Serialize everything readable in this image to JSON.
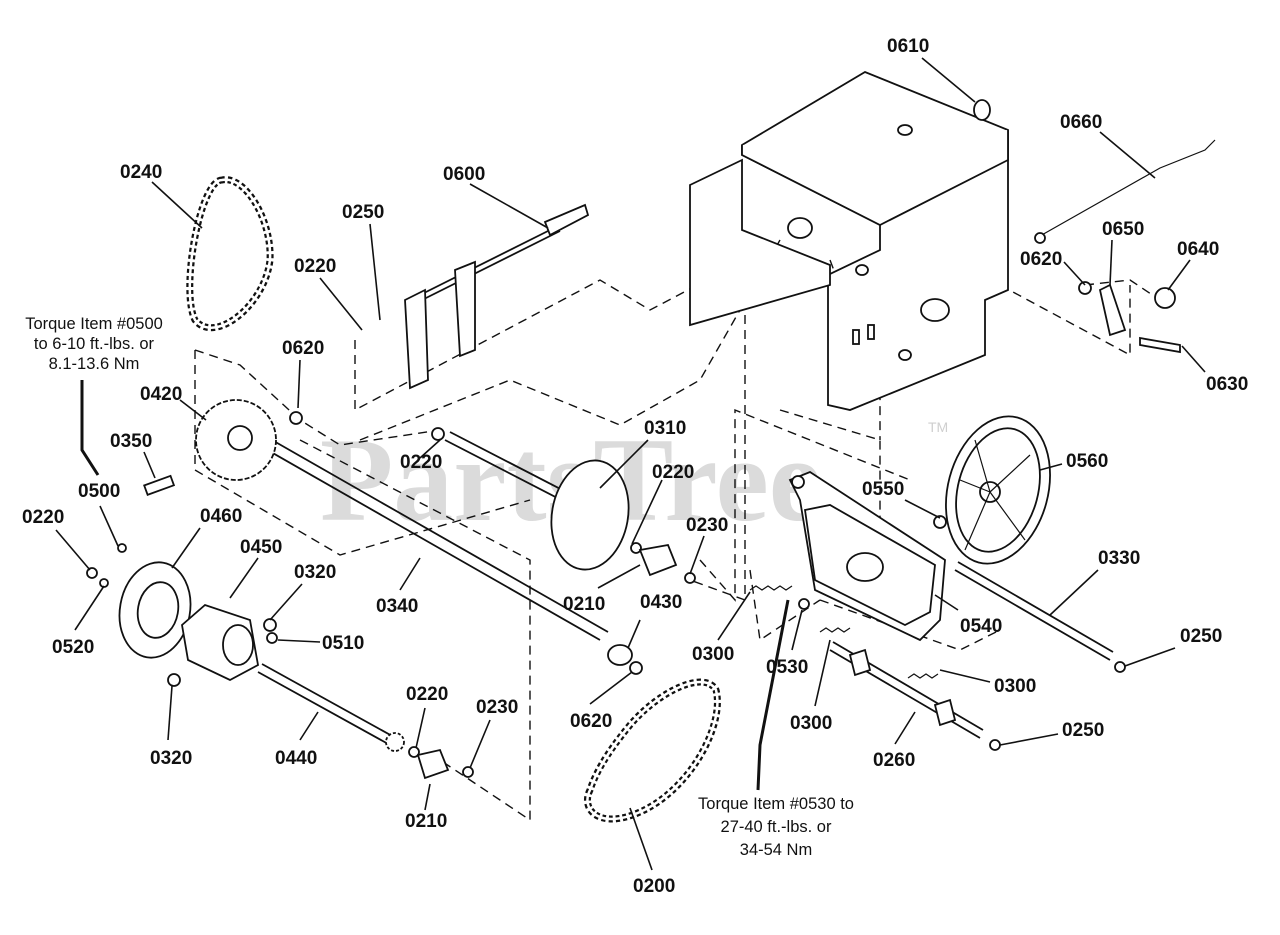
{
  "watermark": {
    "text": "PartsTree",
    "trademark": "TM"
  },
  "notes": {
    "torque_0500": [
      "Torque Item #0500",
      "to 6-10 ft.-lbs. or",
      "8.1-13.6 Nm"
    ],
    "torque_0530": [
      "Torque Item #0530 to",
      "27-40 ft.-lbs. or",
      "34-54 Nm"
    ]
  },
  "labels": [
    "0610",
    "0660",
    "0240",
    "0600",
    "0250",
    "0220",
    "0650",
    "0640",
    "0620",
    "0630",
    "0620",
    "0420",
    "0350",
    "0310",
    "0220",
    "0560",
    "0220",
    "0550",
    "0500",
    "0230",
    "0220",
    "0460",
    "0450",
    "0320",
    "0340",
    "0210",
    "0330",
    "0520",
    "0510",
    "0430",
    "0540",
    "0250",
    "0300",
    "0620",
    "0530",
    "0300",
    "0220",
    "0230",
    "0300",
    "0250",
    "0320",
    "0440",
    "0260",
    "0210",
    "0200"
  ]
}
